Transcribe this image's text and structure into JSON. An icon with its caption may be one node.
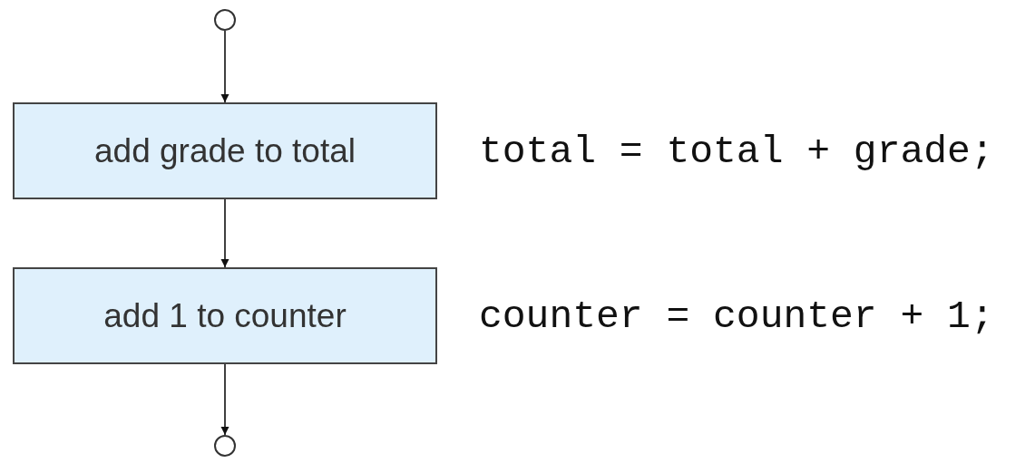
{
  "diagram": {
    "nodes": [
      {
        "text": [],
        "shape": "circle"
      },
      {
        "text": [
          "add grade to total"
        ],
        "beside": [
          "total = total + grade;"
        ]
      },
      {
        "text": [
          "add 1 to counter"
        ],
        "beside": [
          "counter = counter + 1;"
        ]
      },
      {
        "text": [],
        "shape": "circle"
      }
    ],
    "edges": [
      {
        "from": 0,
        "to": 1,
        "arrow": "to"
      },
      {
        "from": 1,
        "to": 2,
        "arrow": "to"
      },
      {
        "from": 2,
        "to": 3,
        "arrow": "to"
      }
    ]
  }
}
